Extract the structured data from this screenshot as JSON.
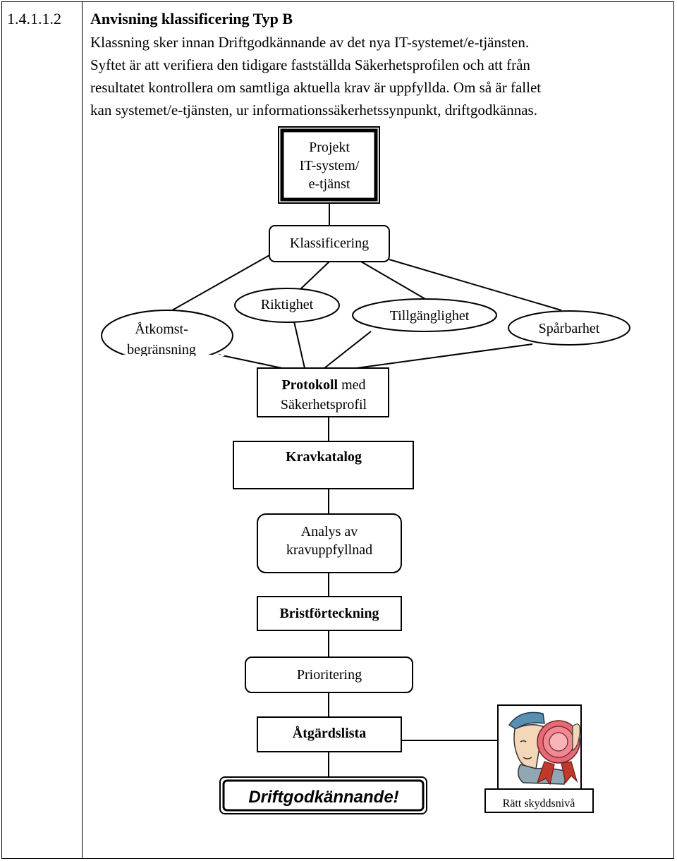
{
  "section": {
    "number": "1.4.1.1.2",
    "title": "Anvisning klassificering Typ B",
    "paragraph_lines": [
      "Klassning sker innan Driftgodkännande av det nya IT-systemet/e-tjänsten.",
      "Syftet är att verifiera den tidigare fastställda Säkerhetsprofilen och att från",
      "resultatet kontrollera om samtliga aktuella krav är uppfyllda. Om så är fallet",
      "kan systemet/e-tjänsten, ur informationssäkerhetssynpunkt, driftgodkännas."
    ]
  },
  "diagram": {
    "project": [
      "Projekt",
      "IT-system/",
      "e-tjänst"
    ],
    "classification": "Klassificering",
    "aspects": {
      "access": [
        "Åtkomst-",
        "begränsning"
      ],
      "correctness": "Riktighet",
      "availability": "Tillgänglighet",
      "traceability": "Spårbarhet"
    },
    "protocol": {
      "bold": "Protokoll",
      "rest": " med",
      "line2": "Säkerhetsprofil"
    },
    "requirements_catalog": "Kravkatalog",
    "analysis": [
      "Analys av",
      "kravuppfyllnad"
    ],
    "deficiency_list": "Bristförteckning",
    "prioritization": "Prioritering",
    "action_list": "Åtgärdslista",
    "approval": "Driftgodkännande!",
    "badge_caption": "Rätt skyddsnivå",
    "badge_image": "person-with-rosette-icon"
  }
}
